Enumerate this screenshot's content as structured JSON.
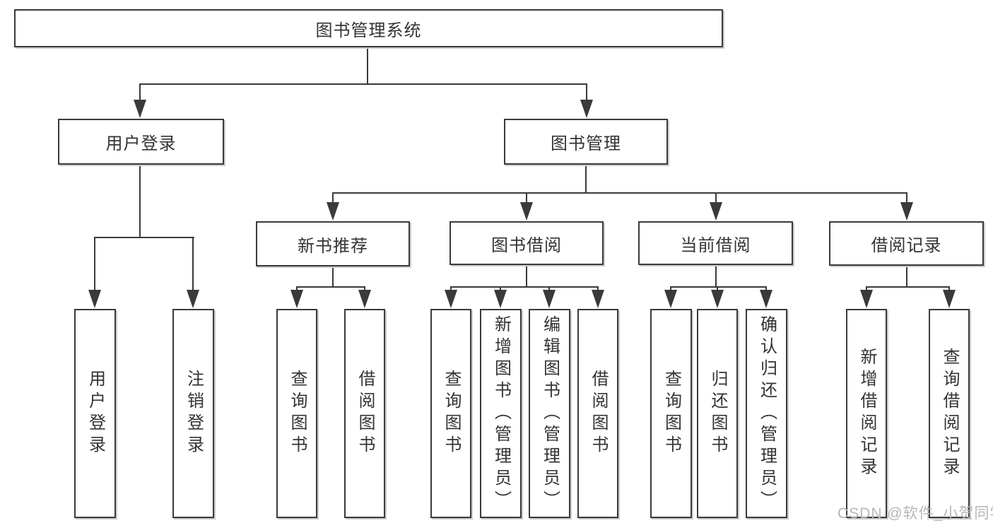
{
  "diagram": {
    "root": {
      "label": "图书管理系统"
    },
    "level2": [
      {
        "label": "用户登录"
      },
      {
        "label": "图书管理"
      }
    ],
    "level3": [
      {
        "label": "新书推荐",
        "parent": "图书管理"
      },
      {
        "label": "图书借阅",
        "parent": "图书管理"
      },
      {
        "label": "当前借阅",
        "parent": "图书管理"
      },
      {
        "label": "借阅记录",
        "parent": "图书管理"
      }
    ],
    "leaves": [
      {
        "label": "用户登录",
        "parent": "用户登录"
      },
      {
        "label": "注销登录",
        "parent": "用户登录"
      },
      {
        "label": "查询图书",
        "parent": "新书推荐"
      },
      {
        "label": "借阅图书",
        "parent": "新书推荐"
      },
      {
        "label": "查询图书",
        "parent": "图书借阅"
      },
      {
        "label": "新增图书（管理员）",
        "parent": "图书借阅"
      },
      {
        "label": "编辑图书（管理员）",
        "parent": "图书借阅"
      },
      {
        "label": "借阅图书",
        "parent": "图书借阅"
      },
      {
        "label": "查询图书",
        "parent": "当前借阅"
      },
      {
        "label": "归还图书",
        "parent": "当前借阅"
      },
      {
        "label": "确认归还（管理员）",
        "parent": "当前借阅"
      },
      {
        "label": "新增借阅记录",
        "parent": "借阅记录"
      },
      {
        "label": "查询借阅记录",
        "parent": "借阅记录"
      }
    ],
    "watermark": "CSDN @软件_小贺同学",
    "colors": {
      "line": "#3a3a3a",
      "text": "#333333",
      "watermark": "#b6b6b6",
      "background": "#ffffff"
    }
  }
}
